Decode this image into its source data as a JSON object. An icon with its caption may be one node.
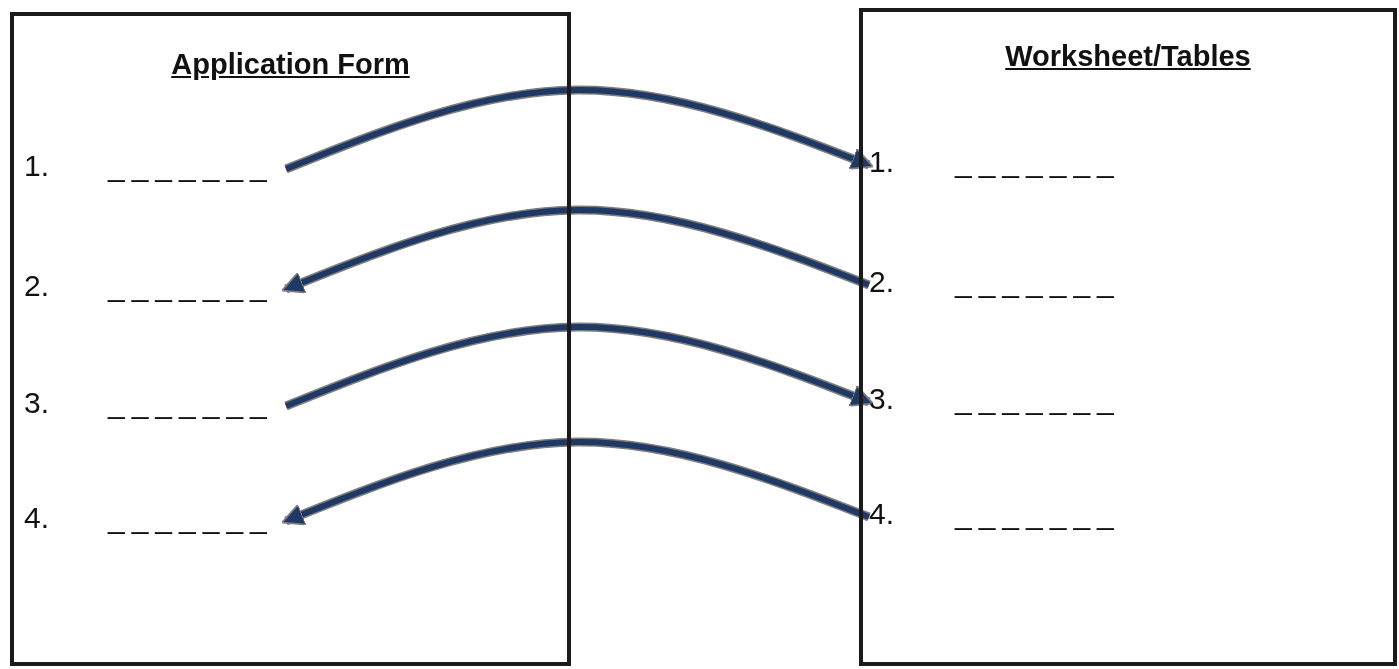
{
  "diagram": {
    "nodes": [
      {
        "text": [
          "Application Form"
        ]
      },
      {
        "text": [
          "Worksheet/Tables"
        ]
      },
      {
        "text": [
          "1.",
          "_______"
        ],
        "in": 0
      },
      {
        "text": [
          "2.",
          "_______"
        ],
        "in": 0
      },
      {
        "text": [
          "3.",
          "_______"
        ],
        "in": 0
      },
      {
        "text": [
          "4.",
          "_______"
        ],
        "in": 0
      },
      {
        "text": [
          "1.",
          "_______"
        ],
        "in": 1
      },
      {
        "text": [
          "2.",
          "_______"
        ],
        "in": 1
      },
      {
        "text": [
          "3.",
          "_______"
        ],
        "in": 1
      },
      {
        "text": [
          "4.",
          "_______"
        ],
        "in": 1
      }
    ],
    "edges": [
      {
        "from": 2,
        "to": 6,
        "arrow": "to"
      },
      {
        "from": 7,
        "to": 3,
        "arrow": "to"
      },
      {
        "from": 4,
        "to": 8,
        "arrow": "to"
      },
      {
        "from": 9,
        "to": 5,
        "arrow": "to"
      }
    ]
  }
}
